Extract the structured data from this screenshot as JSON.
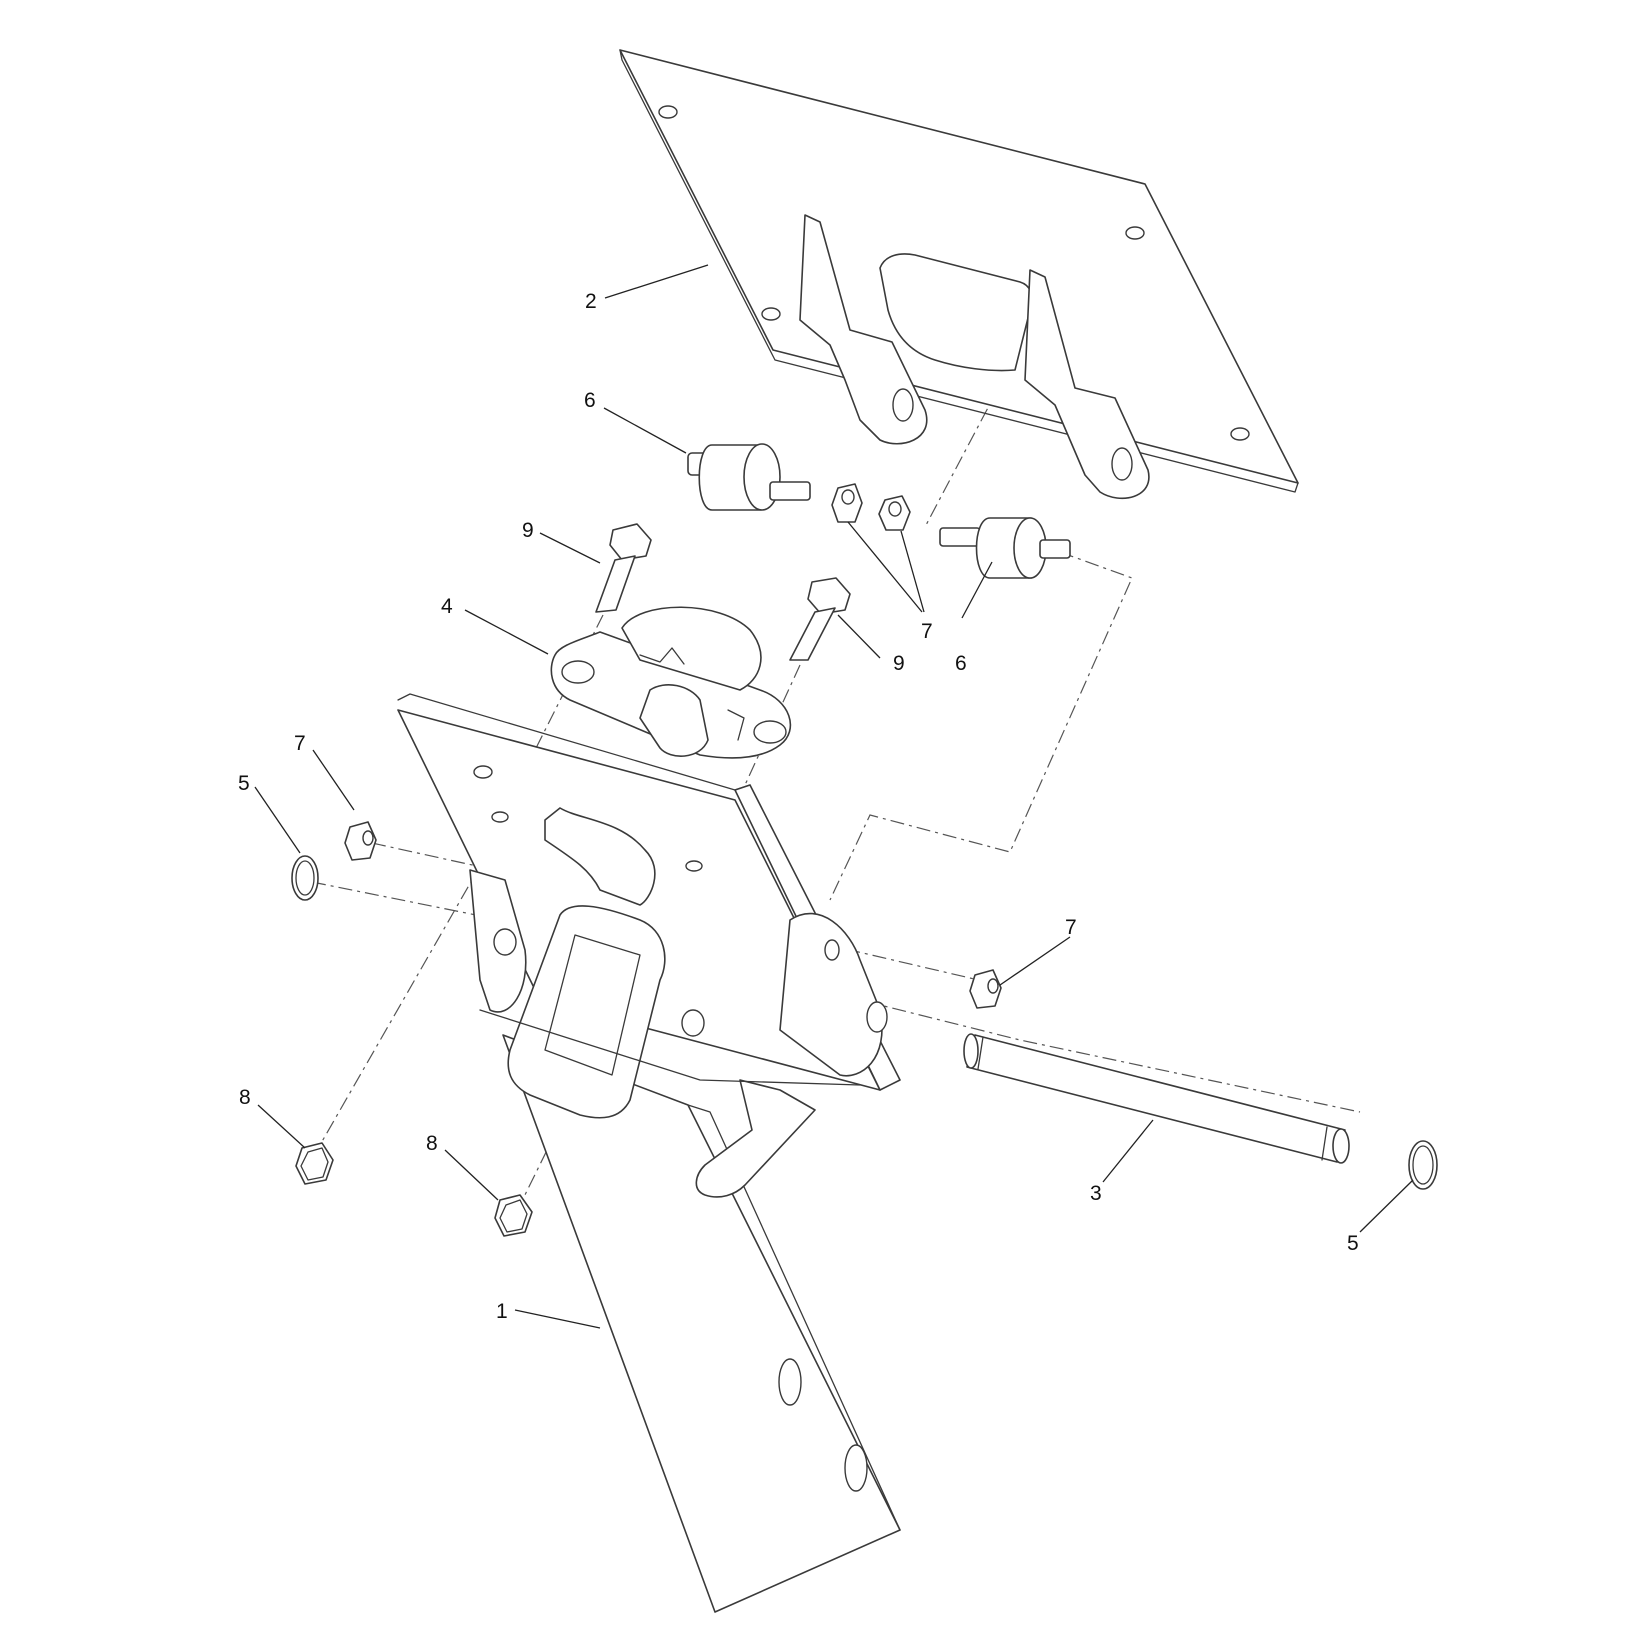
{
  "callouts": [
    {
      "id": "c1",
      "text": "1"
    },
    {
      "id": "c2",
      "text": "2"
    },
    {
      "id": "c3",
      "text": "3"
    },
    {
      "id": "c4",
      "text": "4"
    },
    {
      "id": "c5a",
      "text": "5"
    },
    {
      "id": "c5b",
      "text": "5"
    },
    {
      "id": "c6a",
      "text": "6"
    },
    {
      "id": "c6b",
      "text": "6"
    },
    {
      "id": "c7a",
      "text": "7"
    },
    {
      "id": "c7b",
      "text": "7"
    },
    {
      "id": "c7c",
      "text": "7"
    },
    {
      "id": "c8a",
      "text": "8"
    },
    {
      "id": "c8b",
      "text": "8"
    },
    {
      "id": "c9a",
      "text": "9"
    },
    {
      "id": "c9b",
      "text": "9"
    }
  ]
}
